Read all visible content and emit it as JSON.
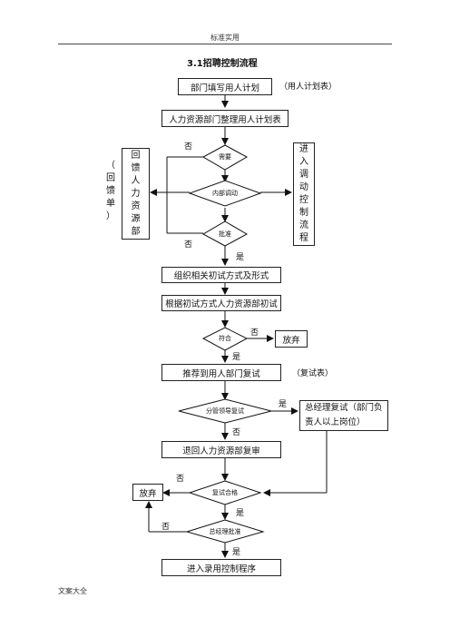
{
  "header": {
    "text": "标准实用"
  },
  "title": "3.1招聘控制流程",
  "footer": {
    "text": "文案大全"
  },
  "nodes": {
    "plan": "部门填写用人计划",
    "plan_note": "（用人计划表）",
    "hr_organize": "人力资源部门整理用人计划表",
    "need": "需要",
    "internal": "内部调动",
    "approve": "批准",
    "feedback": [
      "回",
      "馈",
      "人",
      "力",
      "资",
      "源",
      "部"
    ],
    "feedback_note": [
      "（",
      "回",
      "馈",
      "单",
      "）"
    ],
    "transfer": [
      "进",
      "入",
      "调",
      "动",
      "控",
      "制",
      "流",
      "程"
    ],
    "organize_test": "组织相关初试方式及形式",
    "initial_test": "根据初试方式人力资源部初试",
    "qualify": "符合",
    "give_up_1": "放弃",
    "recommend": "推荐到用人部门复试",
    "recheck_note": "（复试表）",
    "leader_recheck": "分管领导复试",
    "gm_recheck": "总经理复试（部门负",
    "gm_recheck_2": "责人以上岗位）",
    "return_hr": "退回人力资源部复审",
    "recheck_pass": "复试合格",
    "give_up_2": "放弃",
    "gm_approve": "总经理批准",
    "enter_hire": "进入录用控制程序"
  },
  "labels": {
    "no": "否",
    "yes": "是"
  }
}
